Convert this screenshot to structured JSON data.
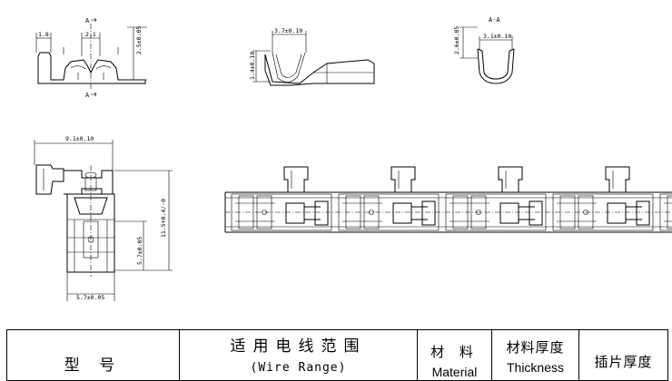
{
  "views": {
    "front": {
      "dims": [
        "1.8",
        "2.1",
        "2.5±0.05"
      ],
      "section_marks": [
        "A",
        "A"
      ]
    },
    "side": {
      "dims": [
        "3.7±0.10",
        "1.4±0.10"
      ]
    },
    "section": {
      "title": "A-A",
      "dims": [
        "2.6±0.05",
        "3.1±0.10"
      ]
    },
    "top": {
      "dims": [
        "9.1±0.10",
        "11.5+0.4/-0",
        "5.7±0.05",
        "5.7±0.05"
      ]
    }
  },
  "table": {
    "headers": [
      {
        "cn": "型 号",
        "en": ""
      },
      {
        "cn": "适用电线范围",
        "en": "(Wire Range)"
      },
      {
        "cn": "材 料",
        "en": "Material"
      },
      {
        "cn": "材料厚度",
        "en": "Thickness"
      },
      {
        "cn": "插片厚度",
        "en": ""
      }
    ]
  }
}
